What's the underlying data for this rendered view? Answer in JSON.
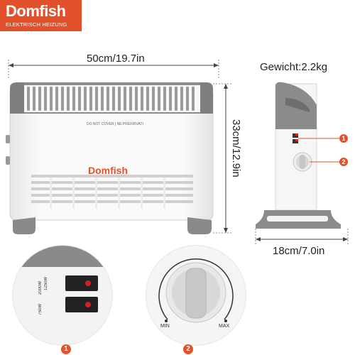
{
  "brand": {
    "name": "Domfish",
    "tagline": "ELEKTRISCH HEIZUNG"
  },
  "dimensions": {
    "width": "50cm/19.7in",
    "height": "33cm/12.9in",
    "depth": "18cm/7.0in",
    "weight": "Gewicht:2.2kg"
  },
  "heater": {
    "warning_label": "DO NOT COVER | NE PREKRIVATI",
    "front_logo": "Domfish"
  },
  "callouts": {
    "one": "1",
    "two": "2"
  },
  "switch_panel": {
    "label_top": "1250W",
    "label_mid": "2000W",
    "label_bottom": "750W"
  },
  "thermostat": {
    "min_label": "MIN",
    "max_label": "MAX"
  },
  "colors": {
    "brand_orange": "#e2512b",
    "heater_grey": "#8a8a8a",
    "heater_body": "#f4f4f4",
    "callout_red": "#e2512b",
    "indicator_red": "#d42020"
  }
}
